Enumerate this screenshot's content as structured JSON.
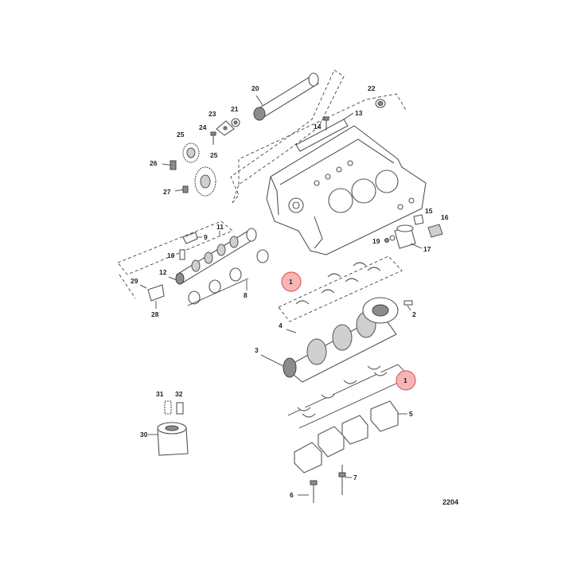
{
  "diagram": {
    "drawing_code": "2204",
    "highlight_color": "#f6b6b6",
    "callouts": {
      "c1a": "1",
      "c1b": "1",
      "c2": "2",
      "c3": "3",
      "c4": "4",
      "c5": "5",
      "c6": "6",
      "c7": "7",
      "c8": "8",
      "c9": "9",
      "c10": "10",
      "c11": "11",
      "c12": "12",
      "c13": "13",
      "c14": "14",
      "c15": "15",
      "c16": "16",
      "c17": "17",
      "c19": "19",
      "c20": "20",
      "c21": "21",
      "c22": "22",
      "c23": "23",
      "c24": "24",
      "c25a": "25",
      "c25b": "25",
      "c26": "26",
      "c27": "27",
      "c28": "28",
      "c29": "29",
      "c30": "30",
      "c31": "31",
      "c32": "32"
    }
  }
}
